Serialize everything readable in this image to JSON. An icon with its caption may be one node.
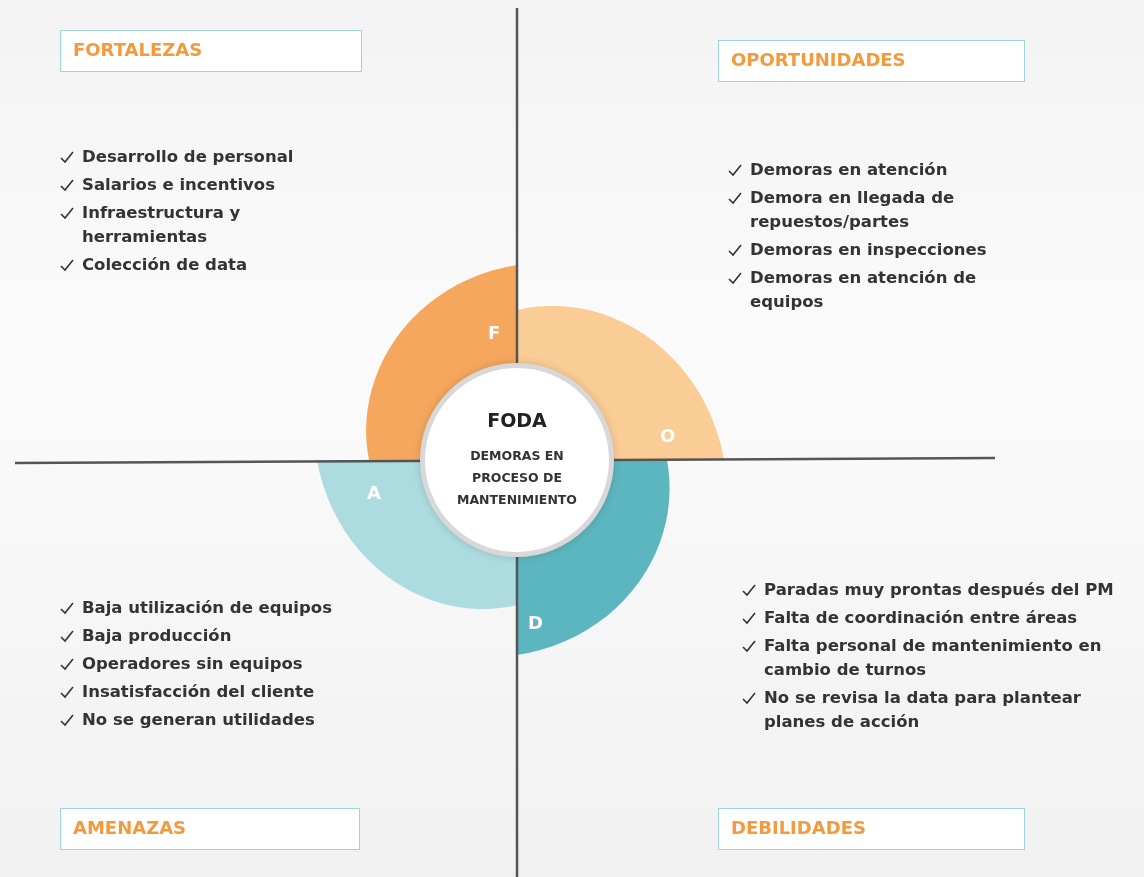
{
  "diagram": {
    "nodes": [
      {
        "text": [
          "FORTALEZAS"
        ]
      },
      {
        "text": [
          "OPORTUNIDADES"
        ]
      },
      {
        "text": [
          "FODA",
          "DEMORAS EN PROCESO DE MANTENIMIENTO"
        ]
      },
      {
        "text": [
          "F"
        ]
      },
      {
        "text": [
          "O"
        ]
      },
      {
        "text": [
          "A"
        ]
      },
      {
        "text": [
          "D"
        ]
      },
      {
        "text": [
          "AMENAZAS"
        ]
      },
      {
        "text": [
          "DEBILIDADES"
        ]
      }
    ],
    "edges": [],
    "labels": [
      "Desarrollo de personal",
      "Salarios e incentivos",
      "Infraestructura y herramientas",
      "Colección de data",
      "Demoras en atención",
      "Demora en llegada de repuestos/partes",
      "Demoras en inspecciones",
      "Demoras en atención de equipos",
      "Paradas muy prontas después del PM",
      "Falta de coordinación entre áreas",
      "Falta personal de mantenimiento en cambio de turnos",
      "No se revisa la data para plantear planes de acción",
      "Baja utilización de equipos",
      "Baja producción",
      "Operadores sin equipos",
      "Insatisfacción del cliente",
      "No se generan utilidades"
    ]
  }
}
